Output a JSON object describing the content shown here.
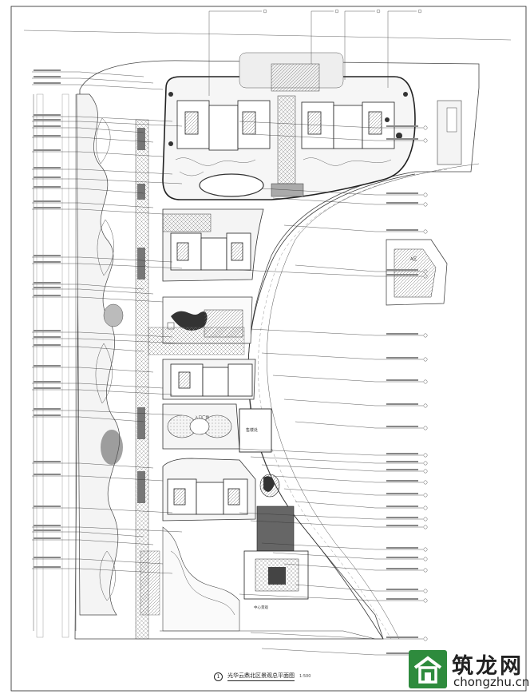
{
  "drawing": {
    "title": "光华云鼎北区景观总平面图",
    "title_index": "1",
    "title_scale": "1:500",
    "sales_center_label": "售楼处",
    "plaza_label_a": "入口广场",
    "plaza_label_b": "中心景观",
    "building_tag": "A区"
  },
  "watermark": {
    "chinese": "筑龙网",
    "url": "chongzhu.cn"
  },
  "icons": [
    "site-plan",
    "green-house-logo"
  ],
  "colors": {
    "line": "#222222",
    "watermark_green": "#2e8b3d",
    "hatch": "#8a8a8a"
  }
}
